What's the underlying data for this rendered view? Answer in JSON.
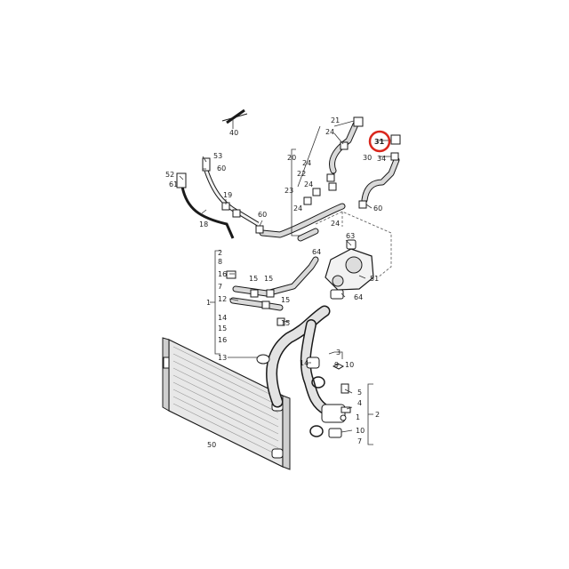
{
  "parts": {
    "p1": "1",
    "p2": "2",
    "p3": "3",
    "p4": "4",
    "p5": "5",
    "p7": "7",
    "p8": "8",
    "p9": "9",
    "p10": "10",
    "p12": "12",
    "p13": "13",
    "p14": "14",
    "p15": "15",
    "p16": "16",
    "p18": "18",
    "p19": "19",
    "p20": "20",
    "p21": "21",
    "p22": "22",
    "p23": "23",
    "p24": "24",
    "p30": "30",
    "p31": "31",
    "p34": "34",
    "p40": "40",
    "p50": "50",
    "p51": "51",
    "p52": "52",
    "p53": "53",
    "p60": "60",
    "p61": "61",
    "p63": "63",
    "p64": "64"
  },
  "highlight": {
    "part": "31",
    "color": "#d9261c"
  },
  "colors": {
    "line": "#1a1a1a",
    "hose_fill": "#d9d9d9",
    "radiator_fill": "#e8e8e8"
  }
}
